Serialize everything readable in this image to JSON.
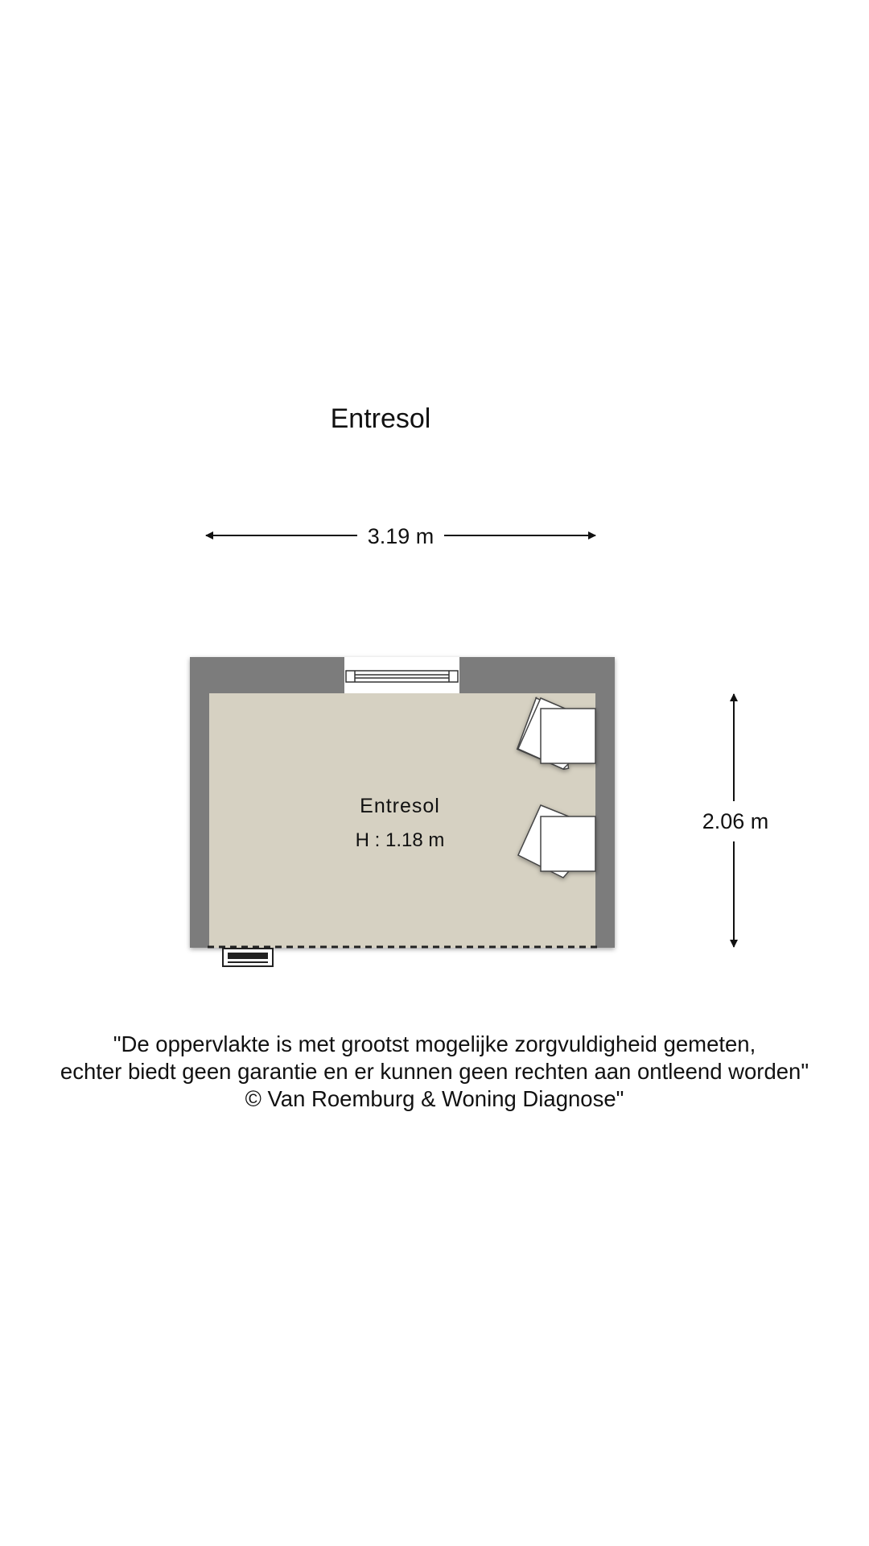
{
  "floor_title": "Entresol",
  "dimensions": {
    "width_label": "3.19 m",
    "depth_label": "2.06 m"
  },
  "room": {
    "name": "Entresol",
    "height_label": "H : 1.18 m"
  },
  "colors": {
    "wall": "#7b7b7b",
    "floor": "#d6d1c2",
    "furniture": "#ffffff"
  },
  "disclaimer": {
    "line1": "\"De oppervlakte is met grootst mogelijke zorgvuldigheid gemeten,",
    "line2": "echter biedt geen garantie en er kunnen geen rechten aan ontleend worden\"",
    "line3": "© Van Roemburg & Woning Diagnose\""
  }
}
